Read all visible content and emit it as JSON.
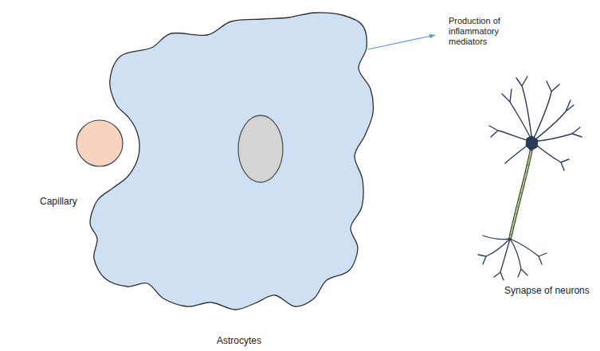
{
  "diagram": {
    "nodes": [
      {
        "text": [
          "Astrocytes"
        ]
      },
      {
        "text": [
          "Capillary"
        ]
      }
    ],
    "labels": [
      "Production of inflammatory mediators",
      "Synapse of neurons"
    ]
  }
}
